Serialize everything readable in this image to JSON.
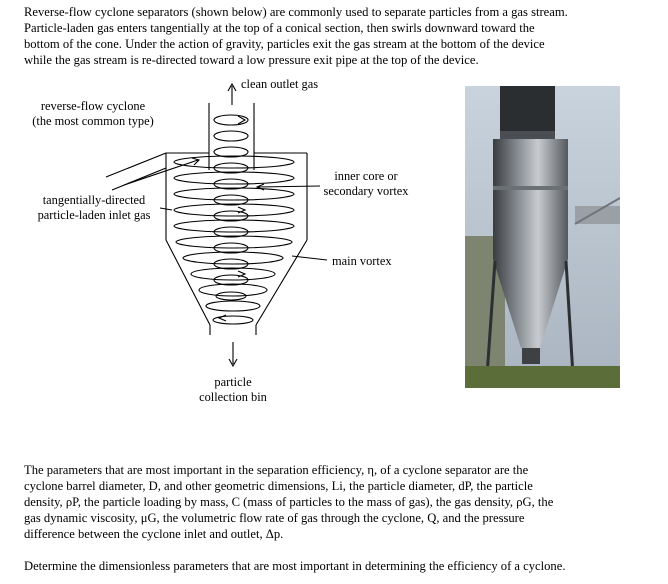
{
  "intro": {
    "line1": "Reverse-flow cyclone separators (shown below) are commonly used to separate particles from a gas stream.",
    "line2": "Particle-laden gas enters tangentially at the top of a conical section, then swirls downward toward the",
    "line3": "bottom of the cone.  Under the action of gravity, particles exit the gas stream at the bottom of the device",
    "line4": "while the gas stream is re-directed toward a low pressure exit pipe at the top of the device."
  },
  "diagram_labels": {
    "clean_outlet": "clean outlet gas",
    "reverse_flow_1": "reverse-flow cyclone",
    "reverse_flow_2": "(the most common type)",
    "inlet_1": "tangentially-directed",
    "inlet_2": "particle-laden inlet gas",
    "inner_core_1": "inner core or",
    "inner_core_2": "secondary vortex",
    "main_vortex": "main vortex",
    "particle_1": "particle",
    "particle_2": "collection bin"
  },
  "params": {
    "line1": "The parameters that are most important in the separation efficiency, η, of a cyclone separator are the",
    "line2": "cyclone barrel diameter, D, and other geometric dimensions, Li, the particle diameter, dP, the particle",
    "line3": "density, ρP, the particle loading by mass, C (mass of particles to the mass of gas), the gas density, ρG, the",
    "line4": "gas dynamic viscosity, μG, the volumetric flow rate of gas through the cyclone, Q, and the pressure",
    "line5": "difference between the cyclone inlet and outlet, Δp."
  },
  "question": "Determine the dimensionless parameters that are most important in determining the efficiency of a cyclone.",
  "colors": {
    "sky_light": "#d4dde6",
    "sky_dark": "#9aa6b4",
    "metal_dark": "#2a2d30",
    "metal_mid": "#8a8f94",
    "metal_light": "#c4c8cc",
    "grass": "#5b6e3a"
  }
}
